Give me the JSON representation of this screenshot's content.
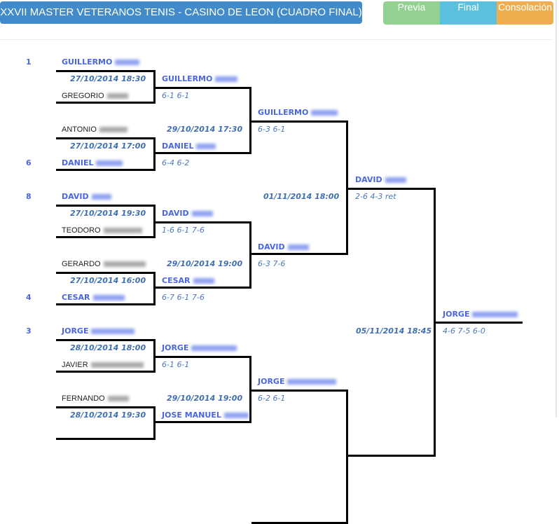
{
  "header": {
    "title": "XXVII MASTER VETERANOS TENIS - CASINO DE LEON (CUADRO FINAL)",
    "tabs": [
      {
        "label": "Previa",
        "color": "#92d192"
      },
      {
        "label": "Final",
        "color": "#5bc0de"
      },
      {
        "label": "Consolación",
        "color": "#f0ad4e"
      }
    ]
  },
  "seeds": [
    "1",
    "6",
    "8",
    "4",
    "3"
  ],
  "round1": [
    {
      "top": "GUILLERMO",
      "date": "27/10/2014 18:30",
      "bottom": "GREGORIO",
      "winner": "top"
    },
    {
      "top": "ANTONIO",
      "date": "27/10/2014 17:00",
      "bottom": "DANIEL",
      "winner": "bottom"
    },
    {
      "top": "DAVID",
      "date": "27/10/2014 19:30",
      "bottom": "TEODORO",
      "winner": "top"
    },
    {
      "top": "GERARDO",
      "date": "27/10/2014 16:00",
      "bottom": "CESAR",
      "winner": "bottom"
    },
    {
      "top": "JORGE",
      "date": "28/10/2014 18:00",
      "bottom": "JAVIER",
      "winner": "top"
    },
    {
      "top": "FERNANDO",
      "date": "28/10/2014 19:30",
      "winner": "bottom"
    }
  ],
  "round2": [
    {
      "top": "GUILLERMO",
      "top_score": "6-1 6-1",
      "date": "29/10/2014 17:30",
      "bottom": "DANIEL",
      "bottom_score": "6-4 6-2"
    },
    {
      "top": "DAVID",
      "top_score": "1-6 6-1 7-6",
      "date": "29/10/2014 19:00",
      "bottom": "CESAR",
      "bottom_score": "6-7 6-1 7-6"
    },
    {
      "top": "JORGE",
      "top_score": "6-1 6-1",
      "date": "29/10/2014 19:00",
      "bottom": "JOSE MANUEL"
    }
  ],
  "round3": [
    {
      "top": "GUILLERMO",
      "top_score": "6-3 6-1",
      "date": "01/11/2014 18:00",
      "bottom": "DAVID",
      "bottom_score": "6-3 7-6"
    },
    {
      "top": "JORGE",
      "top_score": "6-2 6-1"
    }
  ],
  "round4": [
    {
      "top": "DAVID",
      "top_score": "2-6 4-3 ret",
      "date": "05/11/2014 18:45"
    }
  ],
  "round5": {
    "winner": "JORGE",
    "score": "4-6 7-5 6-0"
  }
}
